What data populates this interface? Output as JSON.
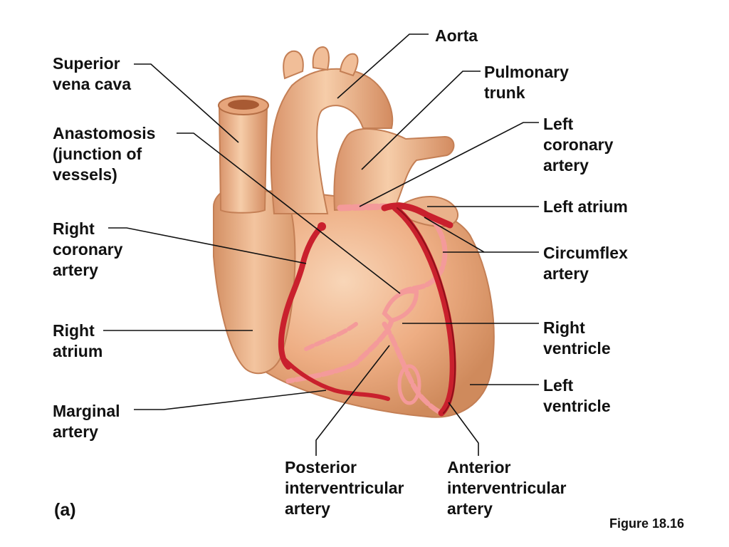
{
  "labels": {
    "aorta": "Aorta",
    "superior_vena_cava": "Superior\nvena cava",
    "pulmonary_trunk": "Pulmonary\ntrunk",
    "anastomosis": "Anastomosis\n(junction of\nvessels)",
    "left_coronary_artery": "Left\ncoronary\nartery",
    "left_atrium": "Left atrium",
    "right_coronary_artery": "Right\ncoronary\nartery",
    "circumflex_artery": "Circumflex\nartery",
    "right_atrium": "Right\natrium",
    "right_ventricle": "Right\nventricle",
    "left_ventricle": "Left\nventricle",
    "marginal_artery": "Marginal\nartery",
    "posterior_interventricular_artery": "Posterior\ninterventricular\nartery",
    "anterior_interventricular_artery": "Anterior\ninterventricular\nartery"
  },
  "panel_letter": "(a)",
  "figure_number": "Figure 18.16",
  "colors": {
    "tissue": "#e9a77c",
    "tissue_shadow": "#c98458",
    "tissue_highlight": "#f7d2b2",
    "artery": "#c9202d",
    "artery_dark": "#8e1019",
    "vessel_pale": "#f49a9a",
    "leader_line": "#111111"
  }
}
